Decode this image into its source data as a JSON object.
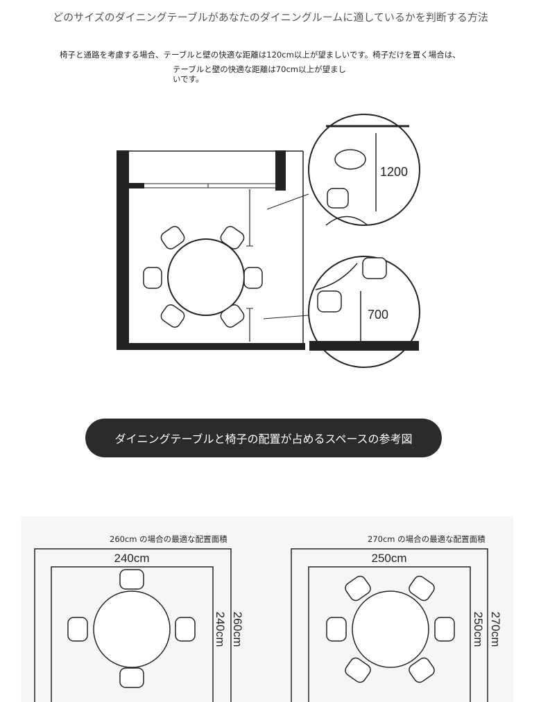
{
  "title": "どのサイズのダイニングテーブルがあなたのダイニングルームに適しているかを判断する方法",
  "description": {
    "line1": "椅子と通路を考慮する場合、テーブルと壁の快適な距離は120cm以上が望ましいです。椅子だけを置く場合は、",
    "line2": "テーブルと壁の快適な距離は70cm以上が望ましいです。"
  },
  "diagram": {
    "walkway_label": "1200",
    "chair_only_label": "700"
  },
  "banner": "ダイニングテーブルと椅子の配置が占めるスペースの参考図",
  "layouts": [
    {
      "caption": "260cm の場合の最適な配置面積",
      "outer_width": "240cm",
      "inner_height": "240cm",
      "outer_height": "260cm"
    },
    {
      "caption": "270cm の場合の最適な配置面積",
      "outer_width": "250cm",
      "inner_height": "250cm",
      "outer_height": "270cm"
    }
  ]
}
